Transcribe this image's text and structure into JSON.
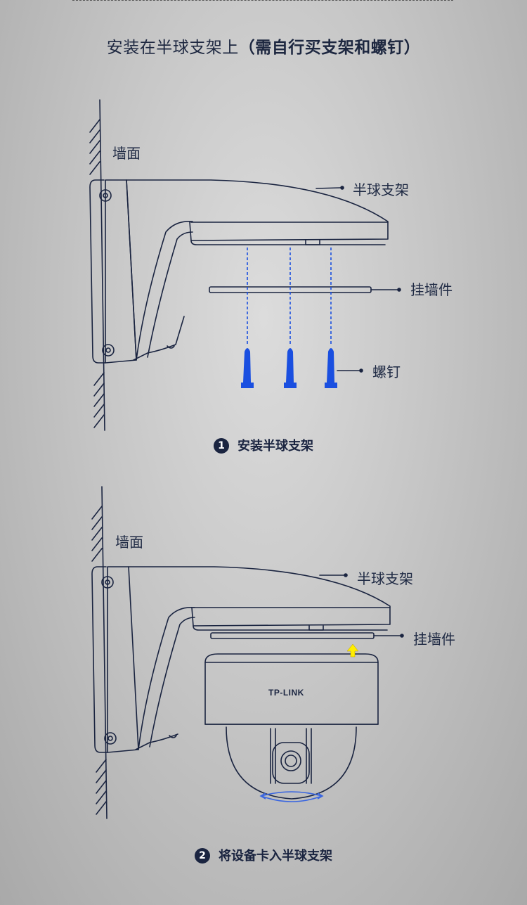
{
  "title": {
    "main": "安装在半球支架上",
    "paren": "（需自行买支架和螺钉）"
  },
  "diagram1": {
    "wall": "墙面",
    "bracket": "半球支架",
    "mount": "挂墙件",
    "screw": "螺钉"
  },
  "step1": {
    "num": "1",
    "label": "安装半球支架"
  },
  "diagram2": {
    "wall": "墙面",
    "bracket": "半球支架",
    "mount": "挂墙件",
    "brand": "TP-LINK"
  },
  "step2": {
    "num": "2",
    "label": "将设备卡入半球支架"
  },
  "colors": {
    "line": "#1a2440",
    "screw": "#1a4fe0",
    "arrow": "#ffee00",
    "rotate": "#3a66e0"
  }
}
